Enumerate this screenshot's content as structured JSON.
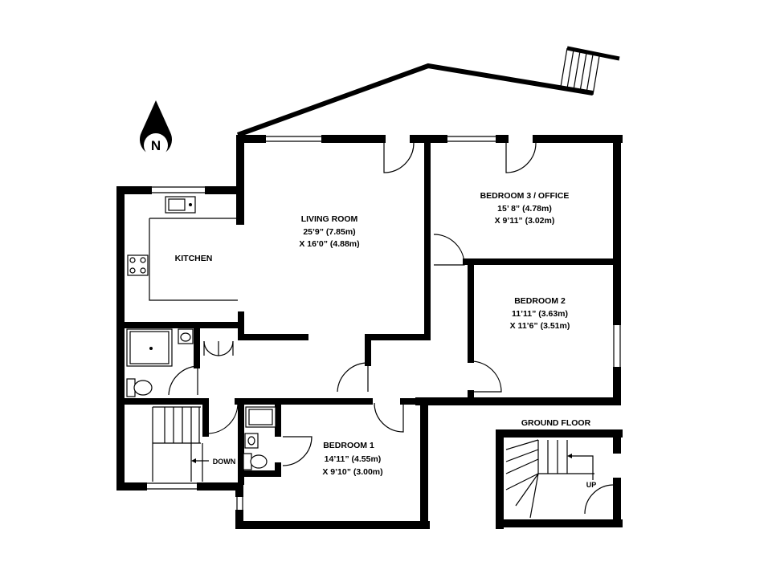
{
  "compass": {
    "letter": "N",
    "icon": "north-arrow-icon"
  },
  "rooms": {
    "living": {
      "name": "LIVING ROOM",
      "dim1": "25’9” (7.85m)",
      "dim2": "X 16’0” (4.88m)"
    },
    "bedroom3": {
      "name": "BEDROOM 3 / OFFICE",
      "dim1": "15’ 8” (4.78m)",
      "dim2": "X 9’11” (3.02m)"
    },
    "bedroom2": {
      "name": "BEDROOM 2",
      "dim1": "11’11” (3.63m)",
      "dim2": "X 11’6” (3.51m)"
    },
    "bedroom1": {
      "name": "BEDROOM 1",
      "dim1": "14’11” (4.55m)",
      "dim2": "X 9’10” (3.00m)"
    },
    "kitchen": {
      "name": "KITCHEN"
    }
  },
  "labels": {
    "ground_floor": "GROUND FLOOR",
    "down": "DOWN",
    "up": "UP"
  }
}
